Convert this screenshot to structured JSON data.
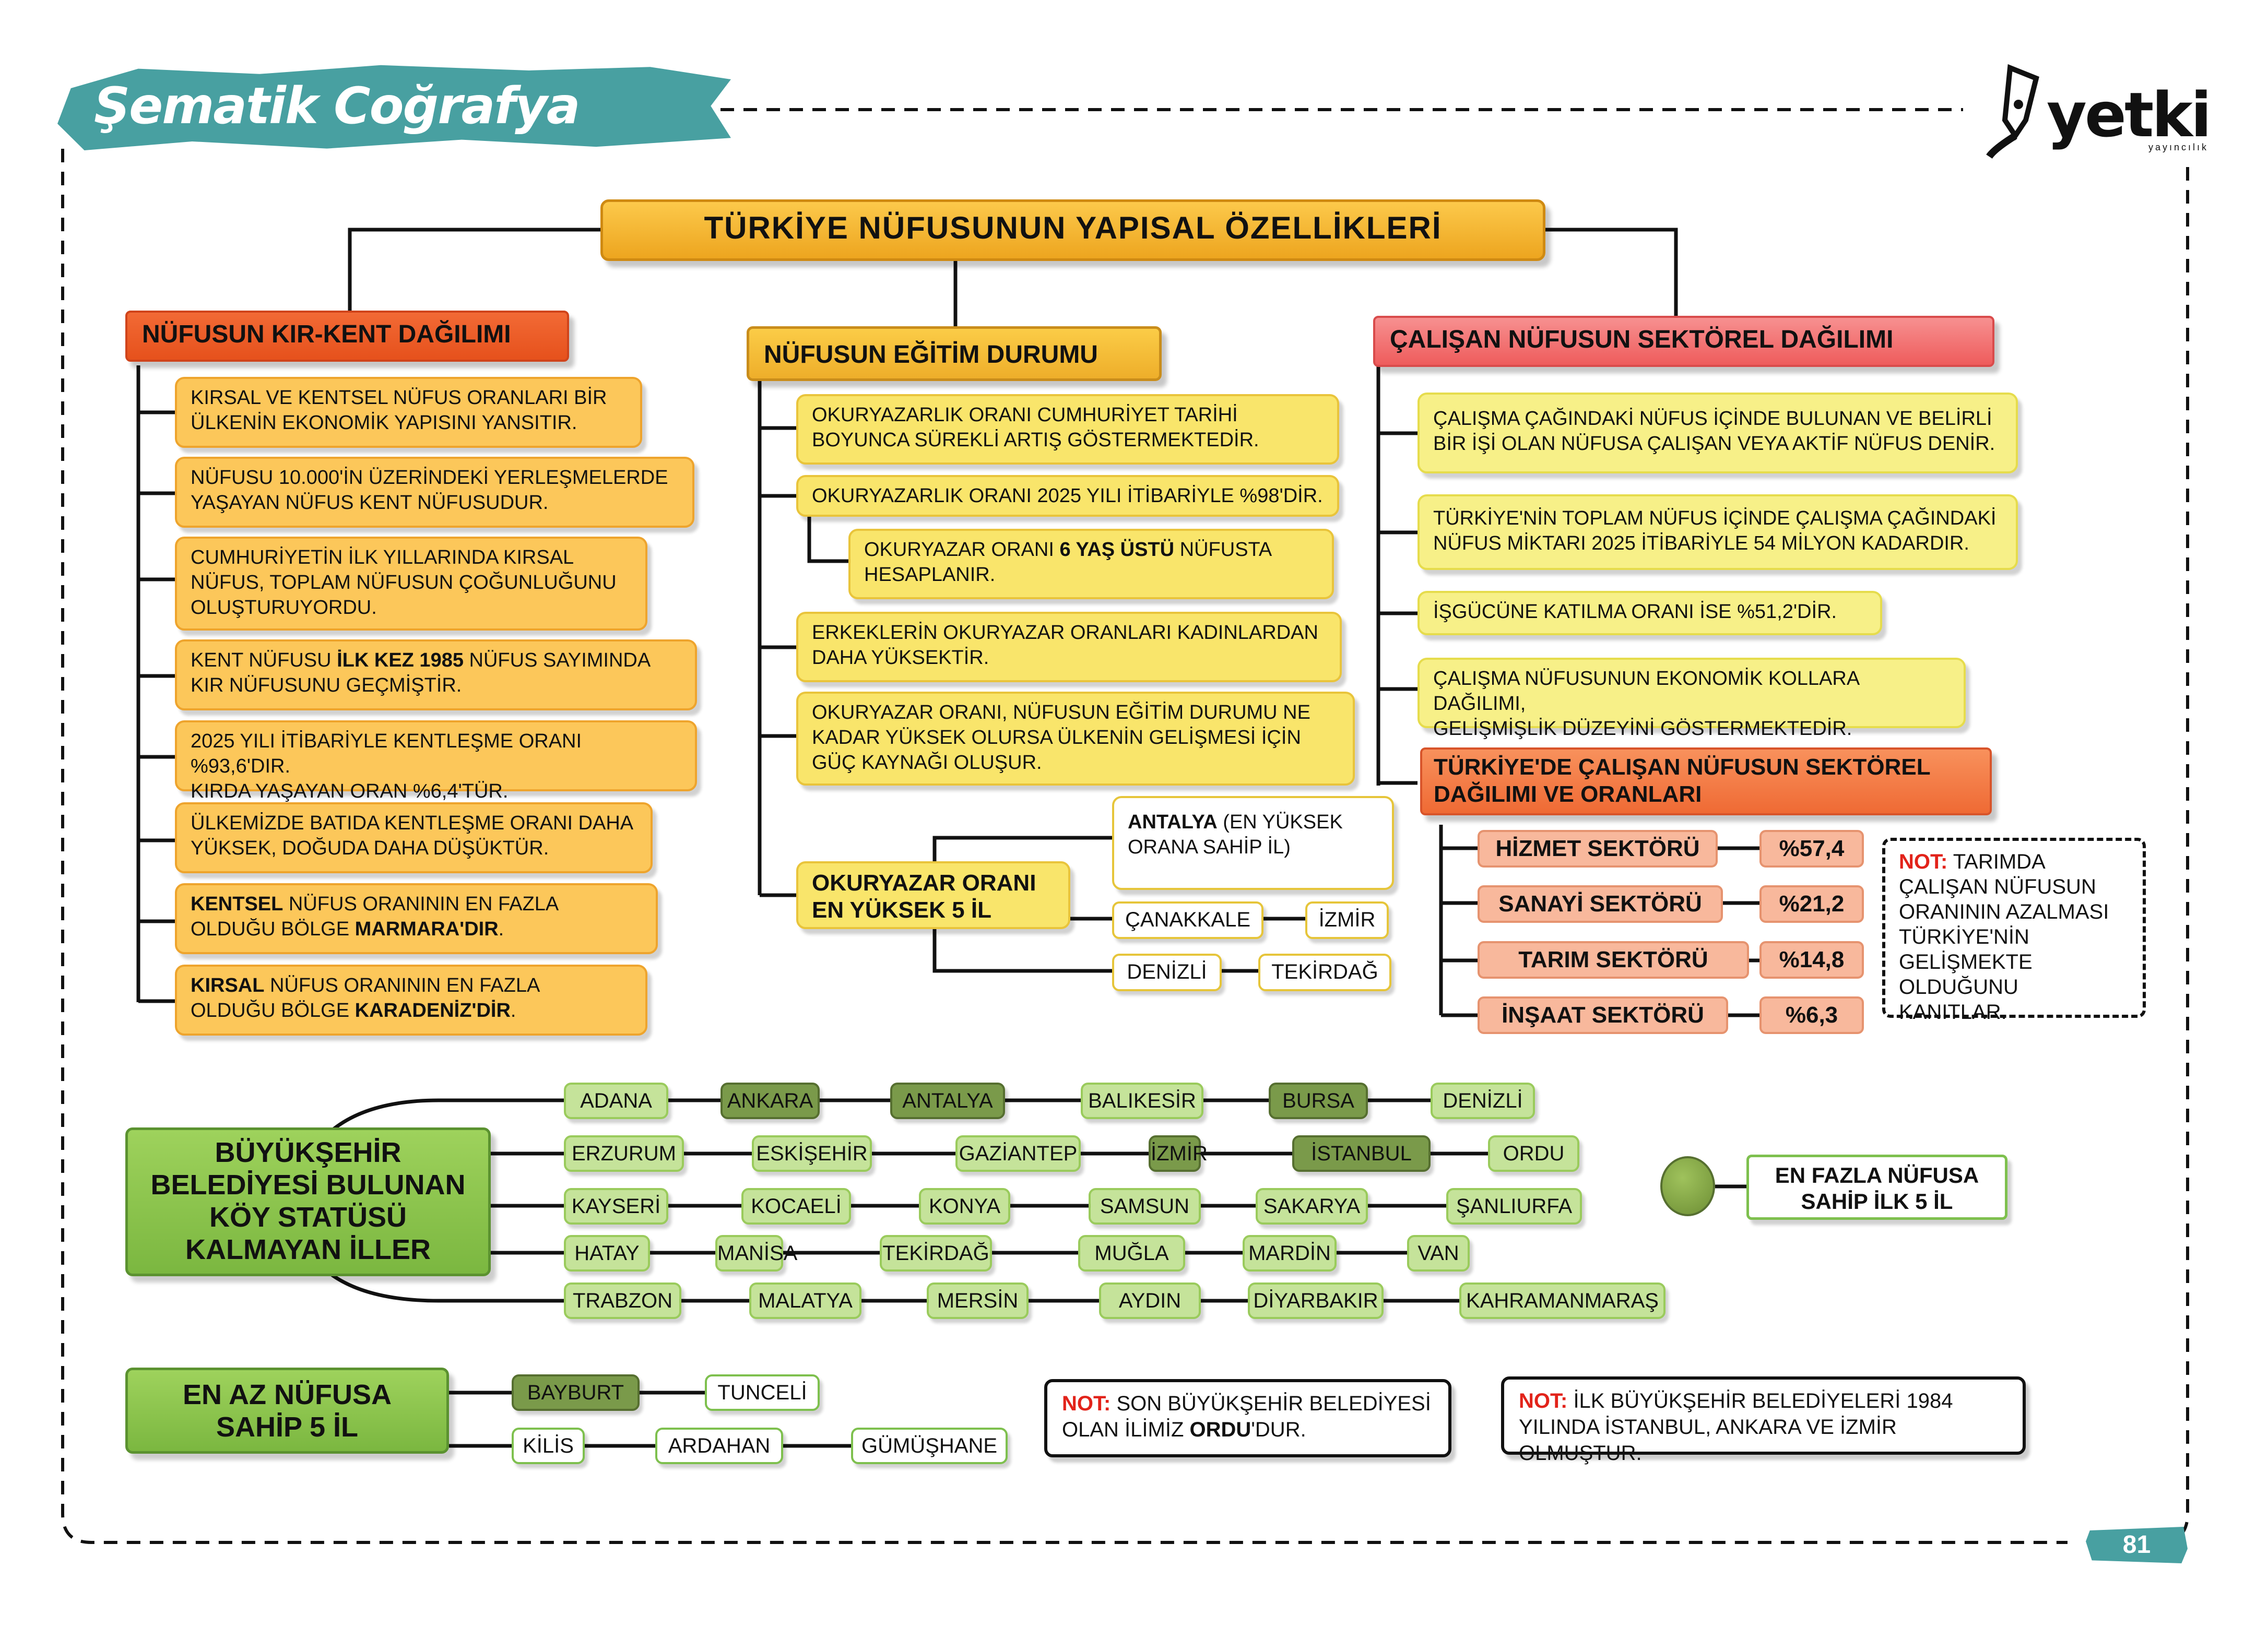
{
  "header": {
    "brand_title": "Şematik Coğrafya",
    "logo_text": "yetki",
    "logo_sub": "yayıncılık"
  },
  "main_title": "TÜRKİYE NÜFUSUNUN YAPISAL ÖZELLİKLERİ",
  "kir_kent": {
    "title": "NÜFUSUN KIR-KENT DAĞILIMI",
    "items": [
      {
        "lines": [
          "KIRSAL VE KENTSEL NÜFUS ORANLARI BİR",
          "ÜLKENİN EKONOMİK YAPISINI YANSITIR."
        ]
      },
      {
        "lines": [
          "NÜFUSU 10.000'İN ÜZERİNDEKİ YERLEŞMELERDE",
          "YAŞAYAN NÜFUS KENT NÜFUSUDUR."
        ]
      },
      {
        "lines": [
          "CUMHURİYETİN İLK YILLARINDA KIRSAL",
          "NÜFUS, TOPLAM NÜFUSUN ÇOĞUNLUĞUNU",
          "OLUŞTURUYORDU."
        ]
      },
      {
        "a": "KENT NÜFUSU ",
        "b": "İLK KEZ 1985",
        "c": " NÜFUS SAYIMINDA",
        "line2": "KIR NÜFUSUNU GEÇMİŞTİR."
      },
      {
        "lines": [
          "2025 YILI İTİBARİYLE KENTLEŞME ORANI %93,6'DIR.",
          "KIRDA YAŞAYAN ORAN %6,4'TÜR."
        ]
      },
      {
        "lines": [
          "ÜLKEMİZDE BATIDA KENTLEŞME ORANI DAHA",
          "YÜKSEK, DOĞUDA DAHA DÜŞÜKTÜR."
        ]
      },
      {
        "b1": "KENTSEL",
        "a": " NÜFUS ORANININ EN FAZLA",
        "c": "OLDUĞU BÖLGE ",
        "b2": "MARMARA'DIR",
        "d": "."
      },
      {
        "b1": "KIRSAL",
        "a": " NÜFUS ORANININ EN FAZLA",
        "c": "OLDUĞU BÖLGE ",
        "b2": "KARADENİZ'DİR",
        "d": "."
      }
    ]
  },
  "egitim": {
    "title": "NÜFUSUN EĞİTİM DURUMU",
    "items": [
      {
        "lines": [
          "OKURYAZARLIK ORANI CUMHURİYET TARİHİ",
          "BOYUNCA SÜREKLİ ARTIŞ GÖSTERMEKTEDİR."
        ]
      },
      {
        "lines": [
          "OKURYAZARLIK ORANI 2025 YILI İTİBARİYLE %98'DİR."
        ]
      },
      {
        "a": "OKURYAZAR ORANI ",
        "b": "6 YAŞ ÜSTÜ",
        "c": " NÜFUSTA",
        "line2": "HESAPLANIR."
      },
      {
        "lines": [
          "ERKEKLERİN OKURYAZAR ORANLARI KADINLARDAN",
          "DAHA YÜKSEKTİR."
        ]
      },
      {
        "lines": [
          "OKURYAZAR ORANI, NÜFUSUN EĞİTİM DURUMU NE",
          "KADAR YÜKSEK OLURSA ÜLKENİN GELİŞMESİ İÇİN",
          "GÜÇ KAYNAĞI OLUŞUR."
        ]
      }
    ],
    "top5_title": [
      "OKURYAZAR ORANI",
      "EN YÜKSEK 5 İL"
    ],
    "antalya_b": "ANTALYA",
    "antalya_a": " (EN YÜKSEK",
    "antalya_c": "ORANA SAHİP İL)",
    "cities": [
      "ÇANAKKALE",
      "İZMİR",
      "DENİZLİ",
      "TEKİRDAĞ"
    ]
  },
  "calisan": {
    "title": "ÇALIŞAN NÜFUSUN SEKTÖREL DAĞILIMI",
    "items": [
      {
        "lines": [
          "ÇALIŞMA ÇAĞINDAKİ NÜFUS İÇİNDE BULUNAN VE BELİRLİ",
          "BİR İŞİ OLAN NÜFUSA ÇALIŞAN VEYA AKTİF NÜFUS DENİR."
        ]
      },
      {
        "lines": [
          "TÜRKİYE'NİN TOPLAM NÜFUS İÇİNDE ÇALIŞMA ÇAĞINDAKİ",
          "NÜFUS MİKTARI 2025 İTİBARİYLE 54 MİLYON KADARDIR."
        ]
      },
      {
        "lines": [
          "İŞGÜCÜNE KATILMA ORANI İSE %51,2'DİR."
        ]
      },
      {
        "lines": [
          "ÇALIŞMA NÜFUSUNUN EKONOMİK KOLLARA DAĞILIMI,",
          "GELİŞMİŞLİK DÜZEYİNİ GÖSTERMEKTEDİR."
        ]
      }
    ],
    "sub_title": [
      "TÜRKİYE'DE ÇALIŞAN NÜFUSUN SEKTÖREL",
      "DAĞILIMI VE ORANLARI"
    ],
    "sectors": [
      {
        "name": "HİZMET SEKTÖRÜ",
        "pct": "%57,4"
      },
      {
        "name": "SANAYİ SEKTÖRÜ",
        "pct": "%21,2"
      },
      {
        "name": "TARIM SEKTÖRÜ",
        "pct": "%14,8"
      },
      {
        "name": "İNŞAAT SEKTÖRÜ",
        "pct": "%6,3"
      }
    ],
    "note_label": "NOT:",
    "note_lines": [
      " TARIMDA",
      "ÇALIŞAN NÜFUSUN",
      "ORANININ AZALMASI",
      "TÜRKİYE'NİN",
      "GELİŞMEKTE",
      "OLDUĞUNU KANITLAR."
    ]
  },
  "buyuksehir": {
    "title": [
      "BÜYÜKŞEHİR",
      "BELEDİYESİ BULUNAN",
      "KÖY STATÜSÜ",
      "KALMAYAN İLLER"
    ],
    "rows": [
      [
        "ADANA",
        "ANKARA",
        "ANTALYA",
        "BALIKESİR",
        "BURSA",
        "DENİZLİ"
      ],
      [
        "ERZURUM",
        "ESKİŞEHİR",
        "GAZİANTEP",
        "İZMİR",
        "İSTANBUL",
        "ORDU"
      ],
      [
        "KAYSERİ",
        "KOCAELİ",
        "KONYA",
        "SAMSUN",
        "SAKARYA",
        "ŞANLIURFA"
      ],
      [
        "HATAY",
        "MANİSA",
        "TEKİRDAĞ",
        "MUĞLA",
        "MARDİN",
        "VAN"
      ],
      [
        "TRABZON",
        "MALATYA",
        "MERSİN",
        "AYDIN",
        "DİYARBAKIR",
        "KAHRAMANMARAŞ"
      ]
    ],
    "legend": [
      "EN FAZLA NÜFUSA",
      "SAHİP İLK 5 İL"
    ]
  },
  "en_az": {
    "title": [
      "EN AZ NÜFUSA",
      "SAHİP 5 İL"
    ],
    "row1": [
      "BAYBURT",
      "TUNCELİ"
    ],
    "row2": [
      "KİLİS",
      "ARDAHAN",
      "GÜMÜŞHANE"
    ]
  },
  "note1": {
    "label": "NOT:",
    "a": " SON BÜYÜKŞEHİR BELEDİYESİ",
    "b": "OLAN İLİMİZ ",
    "c": "ORDU",
    "d": "'DUR."
  },
  "note2": {
    "label": "NOT:",
    "a": "  İLK BÜYÜKŞEHİR BELEDİYELERİ 1984",
    "b": "YILINDA İSTANBUL, ANKARA VE İZMİR OLMUŞTUR."
  },
  "page_number": "81",
  "colors": {
    "teal": "#48a0a1",
    "orange_box": "#fcc75a",
    "yellow_box": "#f9e56b",
    "red_header": "#e6511c",
    "pink_header": "#ee5c5c",
    "green": "#7bb740",
    "dark_green": "#7a9a4a",
    "note_red": "#e2231a"
  }
}
